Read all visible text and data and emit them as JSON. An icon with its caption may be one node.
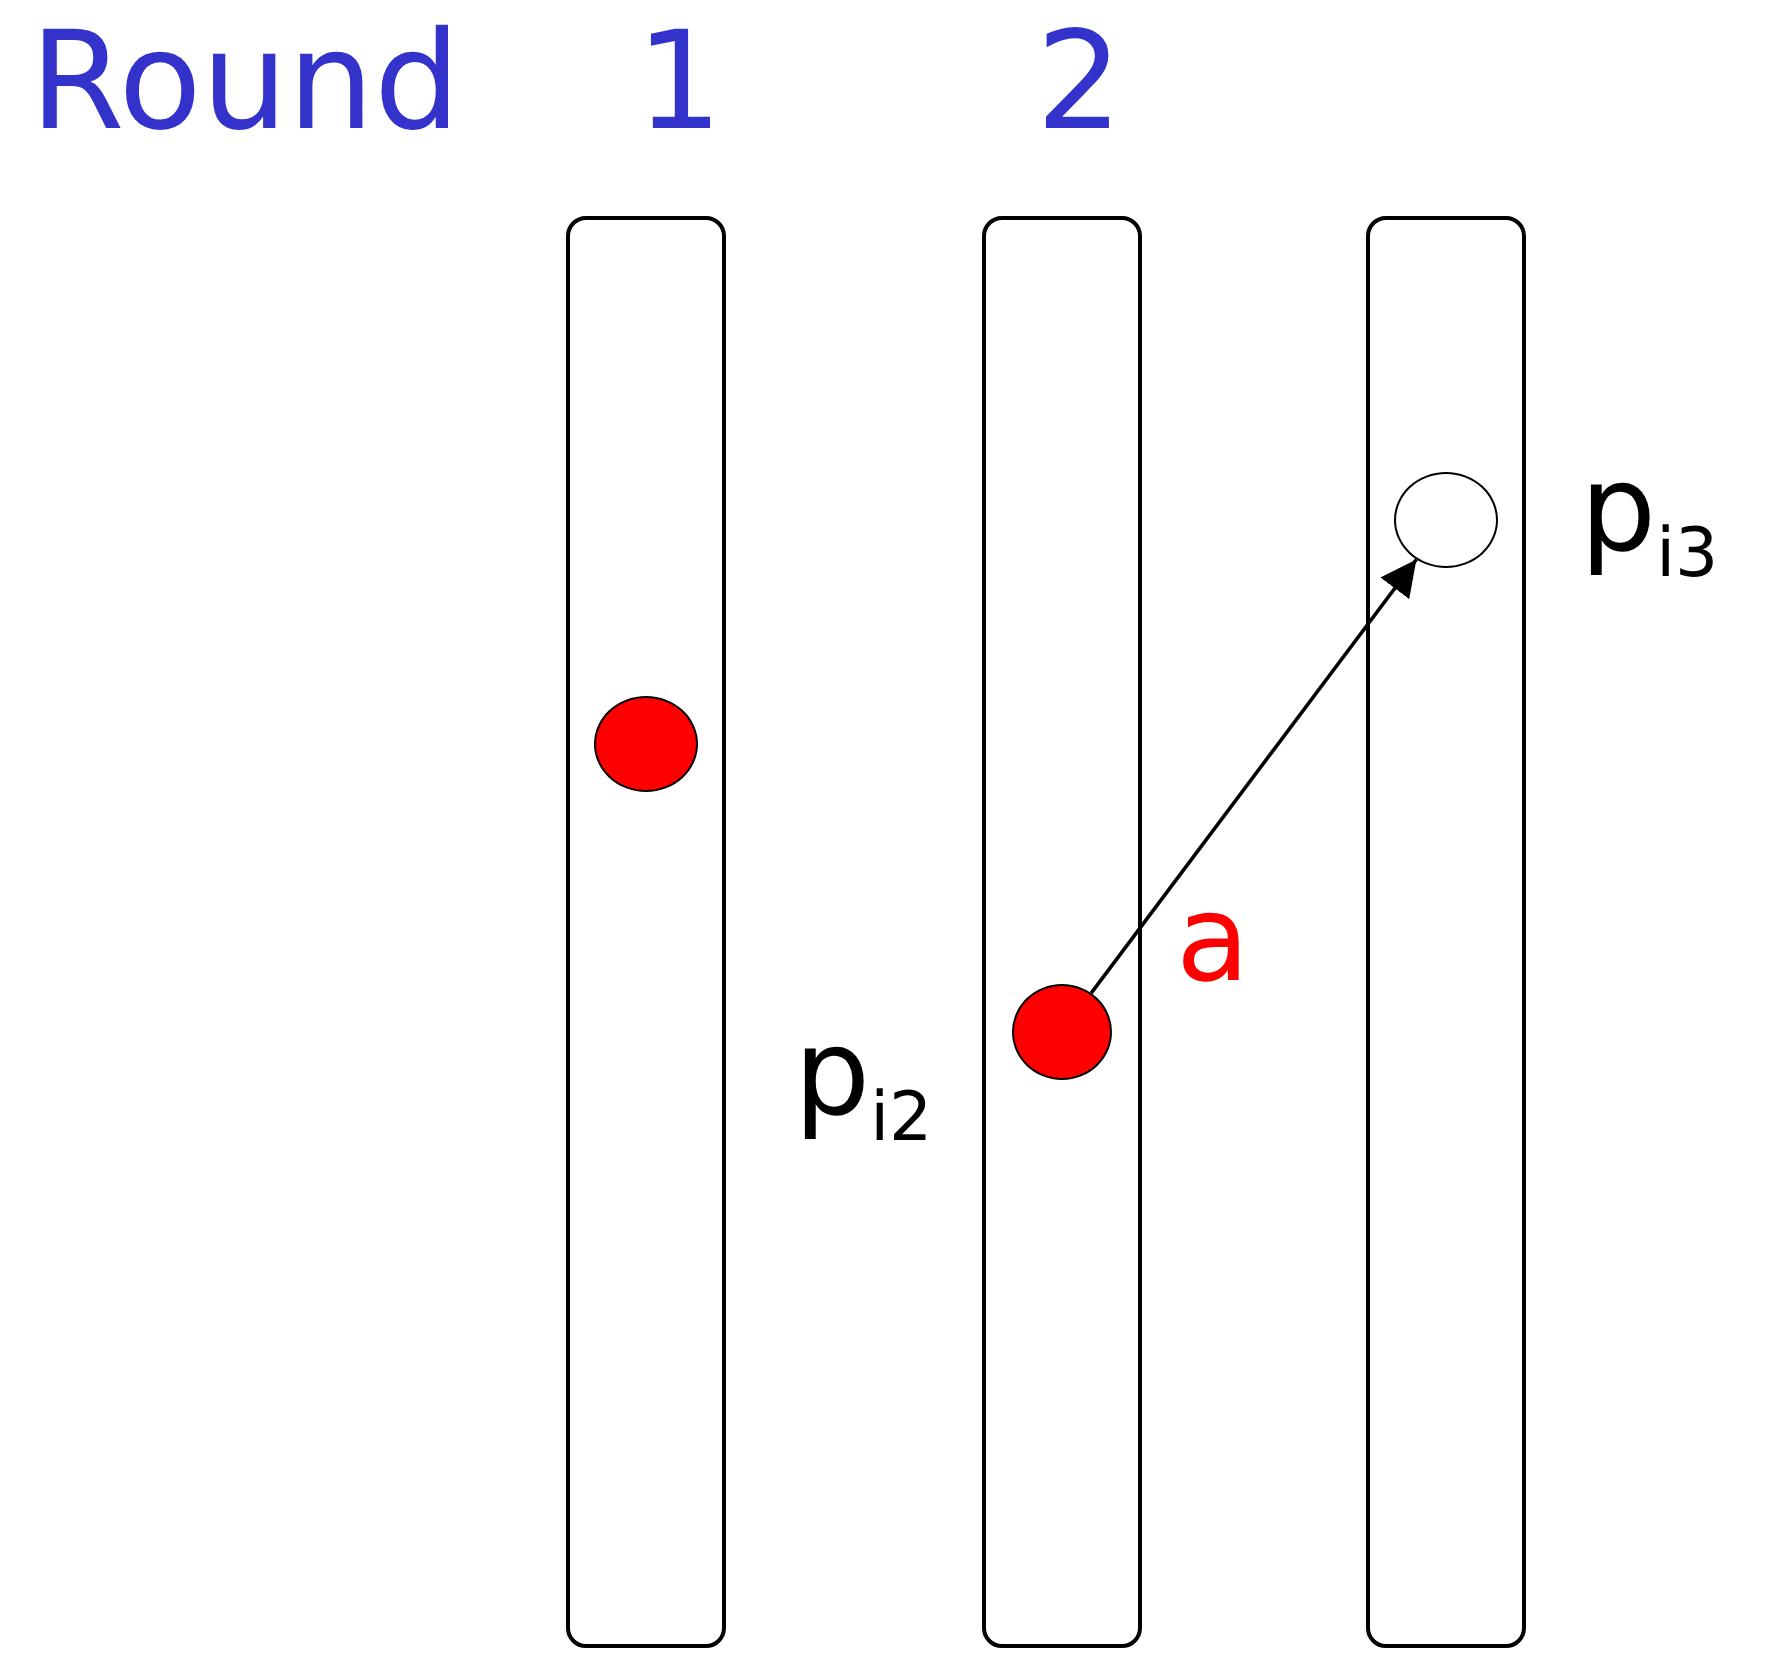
{
  "diagram": {
    "nodes": [
      {
        "text": [],
        "shape": "bar"
      },
      {
        "text": [],
        "shape": "bar"
      },
      {
        "text": [],
        "shape": "bar"
      },
      {
        "text": [],
        "shape": "circle",
        "in": 0
      },
      {
        "text": [],
        "shape": "circle",
        "in": 1,
        "beside": [
          "p$_{i2}$"
        ]
      },
      {
        "text": [],
        "shape": "circle",
        "in": 2,
        "beside": [
          "p$_{i3}$"
        ]
      }
    ],
    "edges": [
      {
        "from": 4,
        "to": 5,
        "arrow": "to",
        "label": "a"
      }
    ],
    "labels": [
      "Round",
      "1",
      "2"
    ]
  }
}
